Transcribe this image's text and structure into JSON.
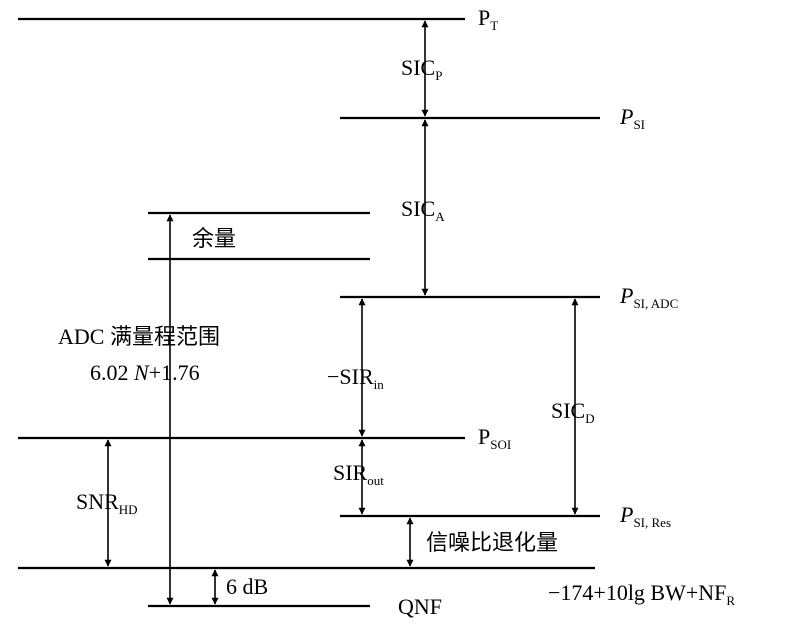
{
  "levels": {
    "pt": {
      "main": "P",
      "sub": "T"
    },
    "psi": {
      "main": "P",
      "sub": "SI"
    },
    "psi_adc": {
      "main": "P",
      "sub": "SI, ADC"
    },
    "psoi": {
      "main": "P",
      "sub": "SOI"
    },
    "psi_res": {
      "main": "P",
      "sub": "SI, Res"
    },
    "qnf": "QNF",
    "noise_floor": {
      "main": "−174+10lg BW+NF",
      "sub": "R"
    }
  },
  "quantities": {
    "sic_p": {
      "main": "SIC",
      "sub": "P"
    },
    "sic_a": {
      "main": "SIC",
      "sub": "A"
    },
    "sic_d": {
      "main": "SIC",
      "sub": "D"
    },
    "sir_in": {
      "main": "−SIR",
      "sub": "in"
    },
    "sir_out": {
      "main": "SIR",
      "sub": "out"
    },
    "snr_hd": {
      "main": "SNR",
      "sub": "HD"
    },
    "margin": "余量",
    "adc_range": "ADC 满量程范围",
    "adc_formula_a": "6.02 ",
    "adc_formula_n": "N",
    "adc_formula_b": "+1.76",
    "degradation": "信噪比退化量",
    "six_db": "6 dB"
  }
}
